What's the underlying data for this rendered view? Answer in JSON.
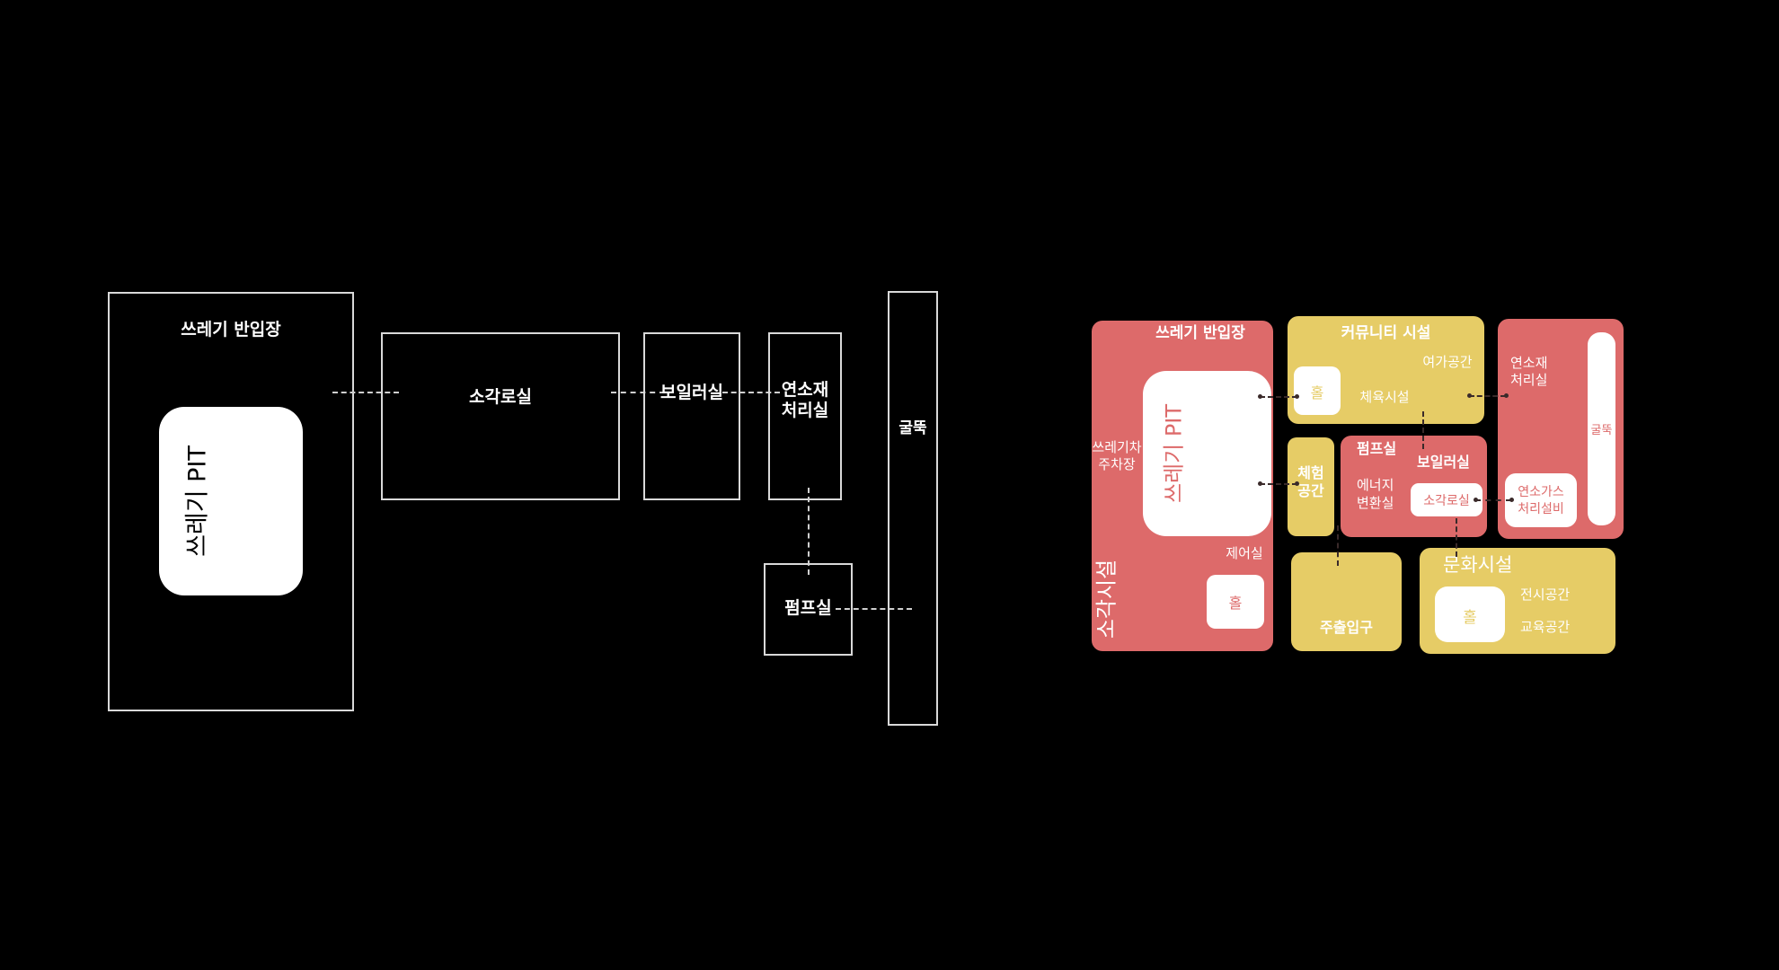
{
  "colors": {
    "background": "#000000",
    "outline": "#d9d9d9",
    "incineration_red": "#dd6a6a",
    "community_yellow": "#e6cc66",
    "inner_white": "#ffffff"
  },
  "left_diagram": {
    "waste_intake": "쓰레기 반입장",
    "waste_pit": "쓰레기 PIT",
    "incinerator_room": "소각로실",
    "boiler_room": "보일러실",
    "flue_gas_room_line1": "연소재",
    "flue_gas_room_line2": "처리실",
    "pump_room": "펌프실",
    "chimney": "굴뚝"
  },
  "right_diagram": {
    "incineration_block": {
      "waste_intake": "쓰레기 반입장",
      "parking_line1": "쓰레기차",
      "parking_line2": "주차장",
      "waste_pit": "쓰레기 PIT",
      "control_room": "제어실",
      "hall": "홀",
      "block_title": "소각시설"
    },
    "community_block": {
      "title": "커뮤니티 시설",
      "leisure": "여가공간",
      "sports": "체육시설",
      "hall": "홀"
    },
    "experience_block": {
      "line1": "체험",
      "line2": "공간"
    },
    "energy_block": {
      "pump_room": "펌프실",
      "boiler_room": "보일러실",
      "energy_line1": "에너지",
      "energy_line2": "변환실",
      "incinerator_room": "소각로실"
    },
    "flue_block": {
      "residue_line1": "연소재",
      "residue_line2": "처리실",
      "gas_line1": "연소가스",
      "gas_line2": "처리설비",
      "chimney": "굴뚝"
    },
    "entrance_block": {
      "label": "주출입구"
    },
    "culture_block": {
      "title": "문화시설",
      "hall": "홀",
      "exhibition": "전시공간",
      "education": "교육공간"
    }
  }
}
